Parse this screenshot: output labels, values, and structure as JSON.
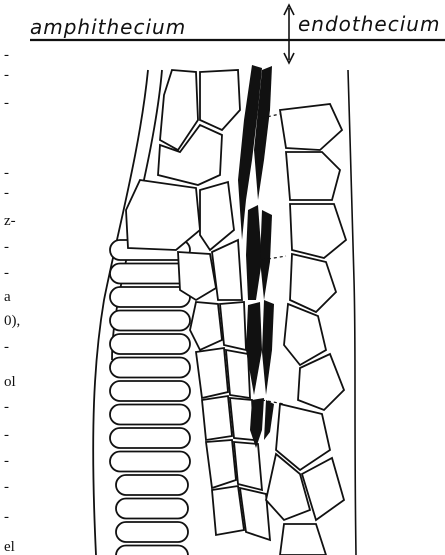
{
  "diagram": {
    "labels": {
      "left": "amphithecium",
      "right": "endothecium"
    },
    "boundary_marker": "double-arrow-icon"
  },
  "margin_text_fragments": [
    "-",
    "-",
    "-",
    "-",
    "-",
    "z-",
    "-",
    "-",
    "a",
    "0),",
    "-",
    "ol",
    "-",
    "-",
    "-",
    "-",
    "-",
    "el"
  ]
}
